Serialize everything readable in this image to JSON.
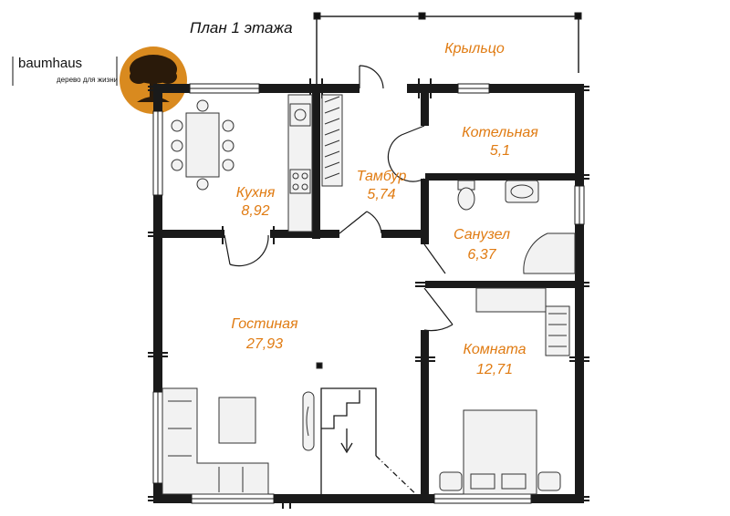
{
  "title": "План 1 этажа",
  "logo": {
    "brand": "baumhaus",
    "slogan": "дерево для жизни",
    "accent_color": "#d98a1f",
    "icon": "tree-icon"
  },
  "rooms": [
    {
      "id": "porch",
      "name": "Крыльцо",
      "area": ""
    },
    {
      "id": "boiler",
      "name": "Котельная",
      "area": "5,1"
    },
    {
      "id": "kitchen",
      "name": "Кухня",
      "area": "8,92"
    },
    {
      "id": "vestibule",
      "name": "Тамбур",
      "area": "5,74"
    },
    {
      "id": "bathroom",
      "name": "Санузел",
      "area": "6,37"
    },
    {
      "id": "living",
      "name": "Гостиная",
      "area": "27,93"
    },
    {
      "id": "bedroom",
      "name": "Комната",
      "area": "12,71"
    }
  ],
  "colors": {
    "wall": "#1a1a1a",
    "label": "#e07b12",
    "furniture_stroke": "#333333",
    "furniture_fill": "#f2f2f2"
  }
}
